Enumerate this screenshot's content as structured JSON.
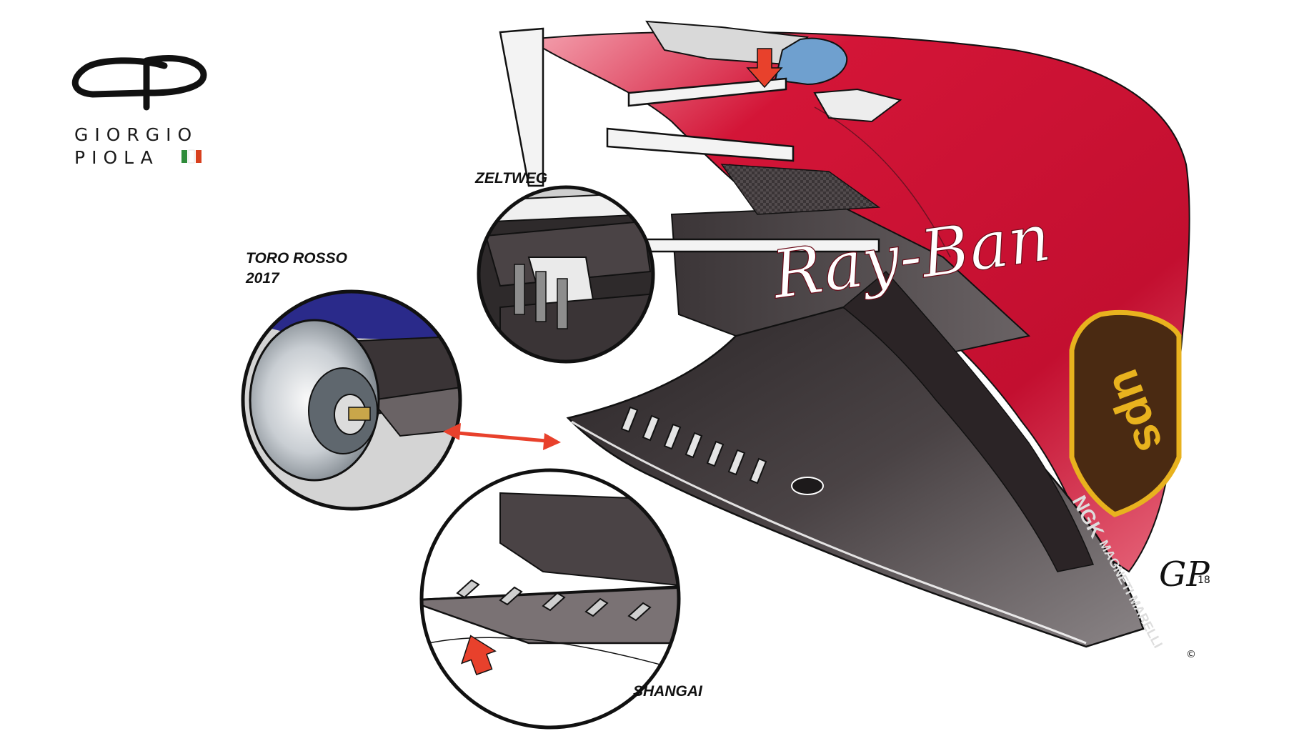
{
  "logo": {
    "name_line1": "GIORGIO",
    "name_line2": "PIOLA",
    "monogram": "GP",
    "flag_colors": [
      "#2e8b3a",
      "#ffffff",
      "#d8401e"
    ]
  },
  "callouts": {
    "zeltweg": "ZELTWEG",
    "toro_rosso_line1": "TORO ROSSO",
    "toro_rosso_line2": "2017",
    "shangai": "SHANGAI"
  },
  "sponsors": {
    "rayban": "Ray-Ban",
    "ups": "ups",
    "ngk": "NGK",
    "magneti": "MAGNETI MARELLI"
  },
  "signature": "GP",
  "signature_year": "18",
  "copyright": "©",
  "colors": {
    "car_red": "#c8102e",
    "floor_dark": "#3a3436",
    "arrow_red": "#e8412c",
    "toro_rosso_blue": "#2a2a8a",
    "ups_gold": "#e8b21e",
    "ups_brown": "#4a2a12",
    "outline": "#111111"
  },
  "icons": {
    "red_arrow_top": "arrow-down-icon",
    "red_arrow_shangai": "arrow-up-icon",
    "double_arrow": "double-headed-arrow-icon"
  }
}
